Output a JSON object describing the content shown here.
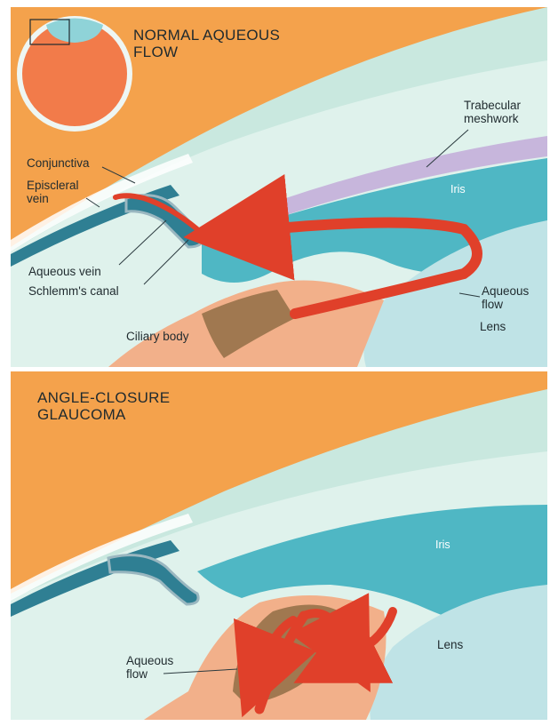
{
  "top_panel": {
    "title_line1": "NORMAL AQUEOUS",
    "title_line2": "FLOW",
    "labels": {
      "trabecular_line1": "Trabecular",
      "trabecular_line2": "meshwork",
      "conjunctiva": "Conjunctiva",
      "episcleral_line1": "Episcleral",
      "episcleral_line2": "vein",
      "iris": "Iris",
      "aqueous_vein": "Aqueous vein",
      "schlemms_canal": "Schlemm's canal",
      "aqueous_flow_line1": "Aqueous",
      "aqueous_flow_line2": "flow",
      "lens": "Lens",
      "ciliary_body": "Ciliary body"
    }
  },
  "bottom_panel": {
    "title_line1": "ANGLE-CLOSURE",
    "title_line2": "GLAUCOMA",
    "labels": {
      "iris": "Iris",
      "lens": "Lens",
      "aqueous_flow_line1": "Aqueous",
      "aqueous_flow_line2": "flow"
    }
  },
  "colors": {
    "background_orange": "#f4a24c",
    "cornea": "#bfe3d8",
    "anterior_chamber": "#dff0ea",
    "iris": "#4fb7c4",
    "lens": "#bfe3e6",
    "trabecular": "#c7b6dc",
    "ciliary_brown": "#a07850",
    "flow_arrow": "#e0402a",
    "vein_blue": "#2f7f93"
  }
}
